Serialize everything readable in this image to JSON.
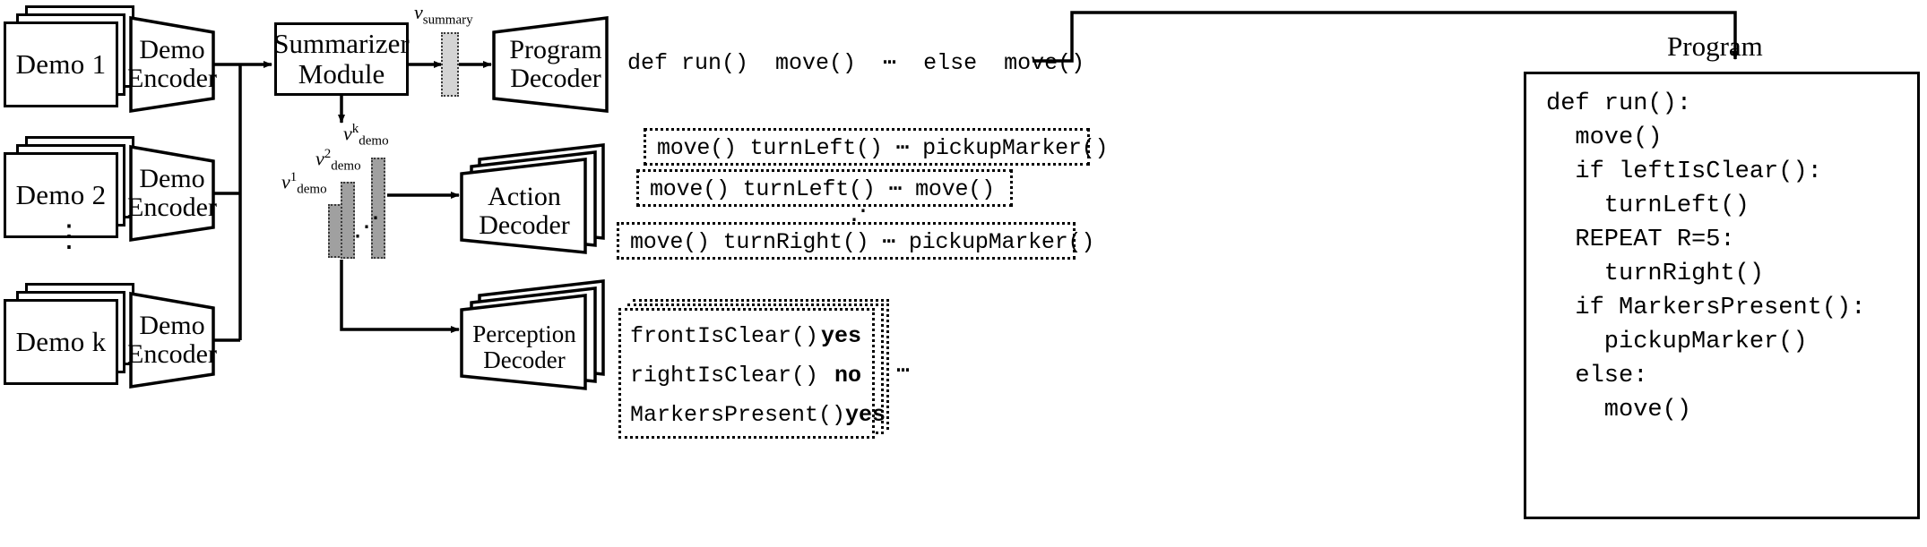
{
  "figure": {
    "kind": "neural-program-synthesis-architecture-diagram"
  },
  "inputs": {
    "demos": [
      {
        "label": "Demo 1"
      },
      {
        "label": "Demo 2"
      },
      {
        "label": "Demo k"
      }
    ],
    "vertical_ellipsis": "⋮"
  },
  "encoders": {
    "label_line1": "Demo",
    "label_line2": "Encoder"
  },
  "summarizer": {
    "label_line1": "Summarizer",
    "label_line2": "Module"
  },
  "vectors": {
    "summary": {
      "v": "v",
      "sub": "summary"
    },
    "demo_1": {
      "v": "v",
      "sub": "demo",
      "sup": "1"
    },
    "demo_2": {
      "v": "v",
      "sub": "demo",
      "sup": "2"
    },
    "demo_k": {
      "v": "v",
      "sub": "demo",
      "sup": "k"
    },
    "between_dots": "⋰"
  },
  "decoders": {
    "program": {
      "label_line1": "Program",
      "label_line2": "Decoder"
    },
    "action": {
      "label_line1": "Action",
      "label_line2": "Decoder"
    },
    "perception": {
      "label_line1": "Perception",
      "label_line2": "Decoder"
    }
  },
  "program_tokens": {
    "line": "def run()  move()  ⋯  else  move()"
  },
  "action_sequences": {
    "rows": [
      {
        "tokens": "move()   turnLeft()   ⋯   pickupMarker()"
      },
      {
        "tokens": "move()   turnLeft()   ⋯   move()"
      },
      {
        "tokens": "move()   turnRight()  ⋯  pickupMarker()"
      }
    ],
    "row_ellipsis": "⋰"
  },
  "perception_outputs": {
    "rows": [
      {
        "query": "frontIsClear()",
        "answer": "yes"
      },
      {
        "query": "rightIsClear()",
        "answer": "no"
      },
      {
        "query": "MarkersPresent()",
        "answer": "yes"
      }
    ],
    "more": "⋯"
  },
  "final_program": {
    "title": "Program",
    "code": "def run():\n  move()\n  if leftIsClear():\n    turnLeft()\n  REPEAT R=5:\n    turnRight()\n  if MarkersPresent():\n    pickupMarker()\n  else:\n    move()"
  },
  "colors": {
    "stroke": "#000000",
    "background": "#ffffff",
    "summary_vector_fill": "#d4d4d4",
    "demo_vector_fill": "#a0a0a0",
    "vector_border": "#3a3a3a"
  }
}
